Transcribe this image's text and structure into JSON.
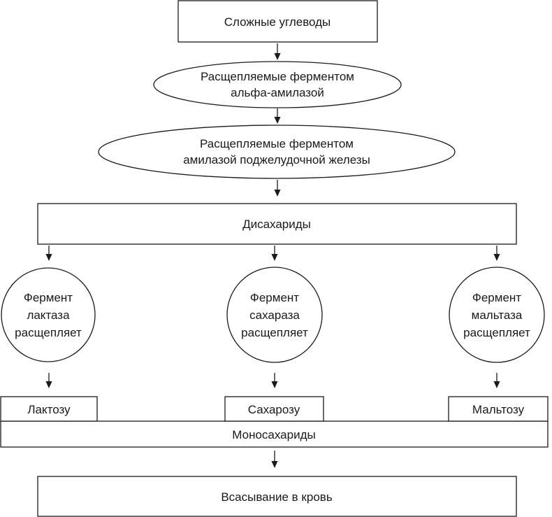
{
  "nodes": {
    "complex_carbs": "Сложные углеводы",
    "alpha_amylase": [
      "Расщепляемые ферментом",
      "альфа-амилазой"
    ],
    "pancreatic_amylase": [
      "Расщепляемые ферментом",
      "амилазой поджелудочной железы"
    ],
    "disaccharides": "Дисахариды",
    "lactase": [
      "Фермент",
      "лактаза",
      "расщепляет"
    ],
    "sucrase": [
      "Фермент",
      "сахараза",
      "расщепляет"
    ],
    "maltase": [
      "Фермент",
      "мальтаза",
      "расщепляет"
    ],
    "lactose": "Лактозу",
    "sucrose": "Сахарозу",
    "maltose": "Мальтозу",
    "monosaccharides": "Моносахариды",
    "absorption": "Всасывание в кровь"
  }
}
